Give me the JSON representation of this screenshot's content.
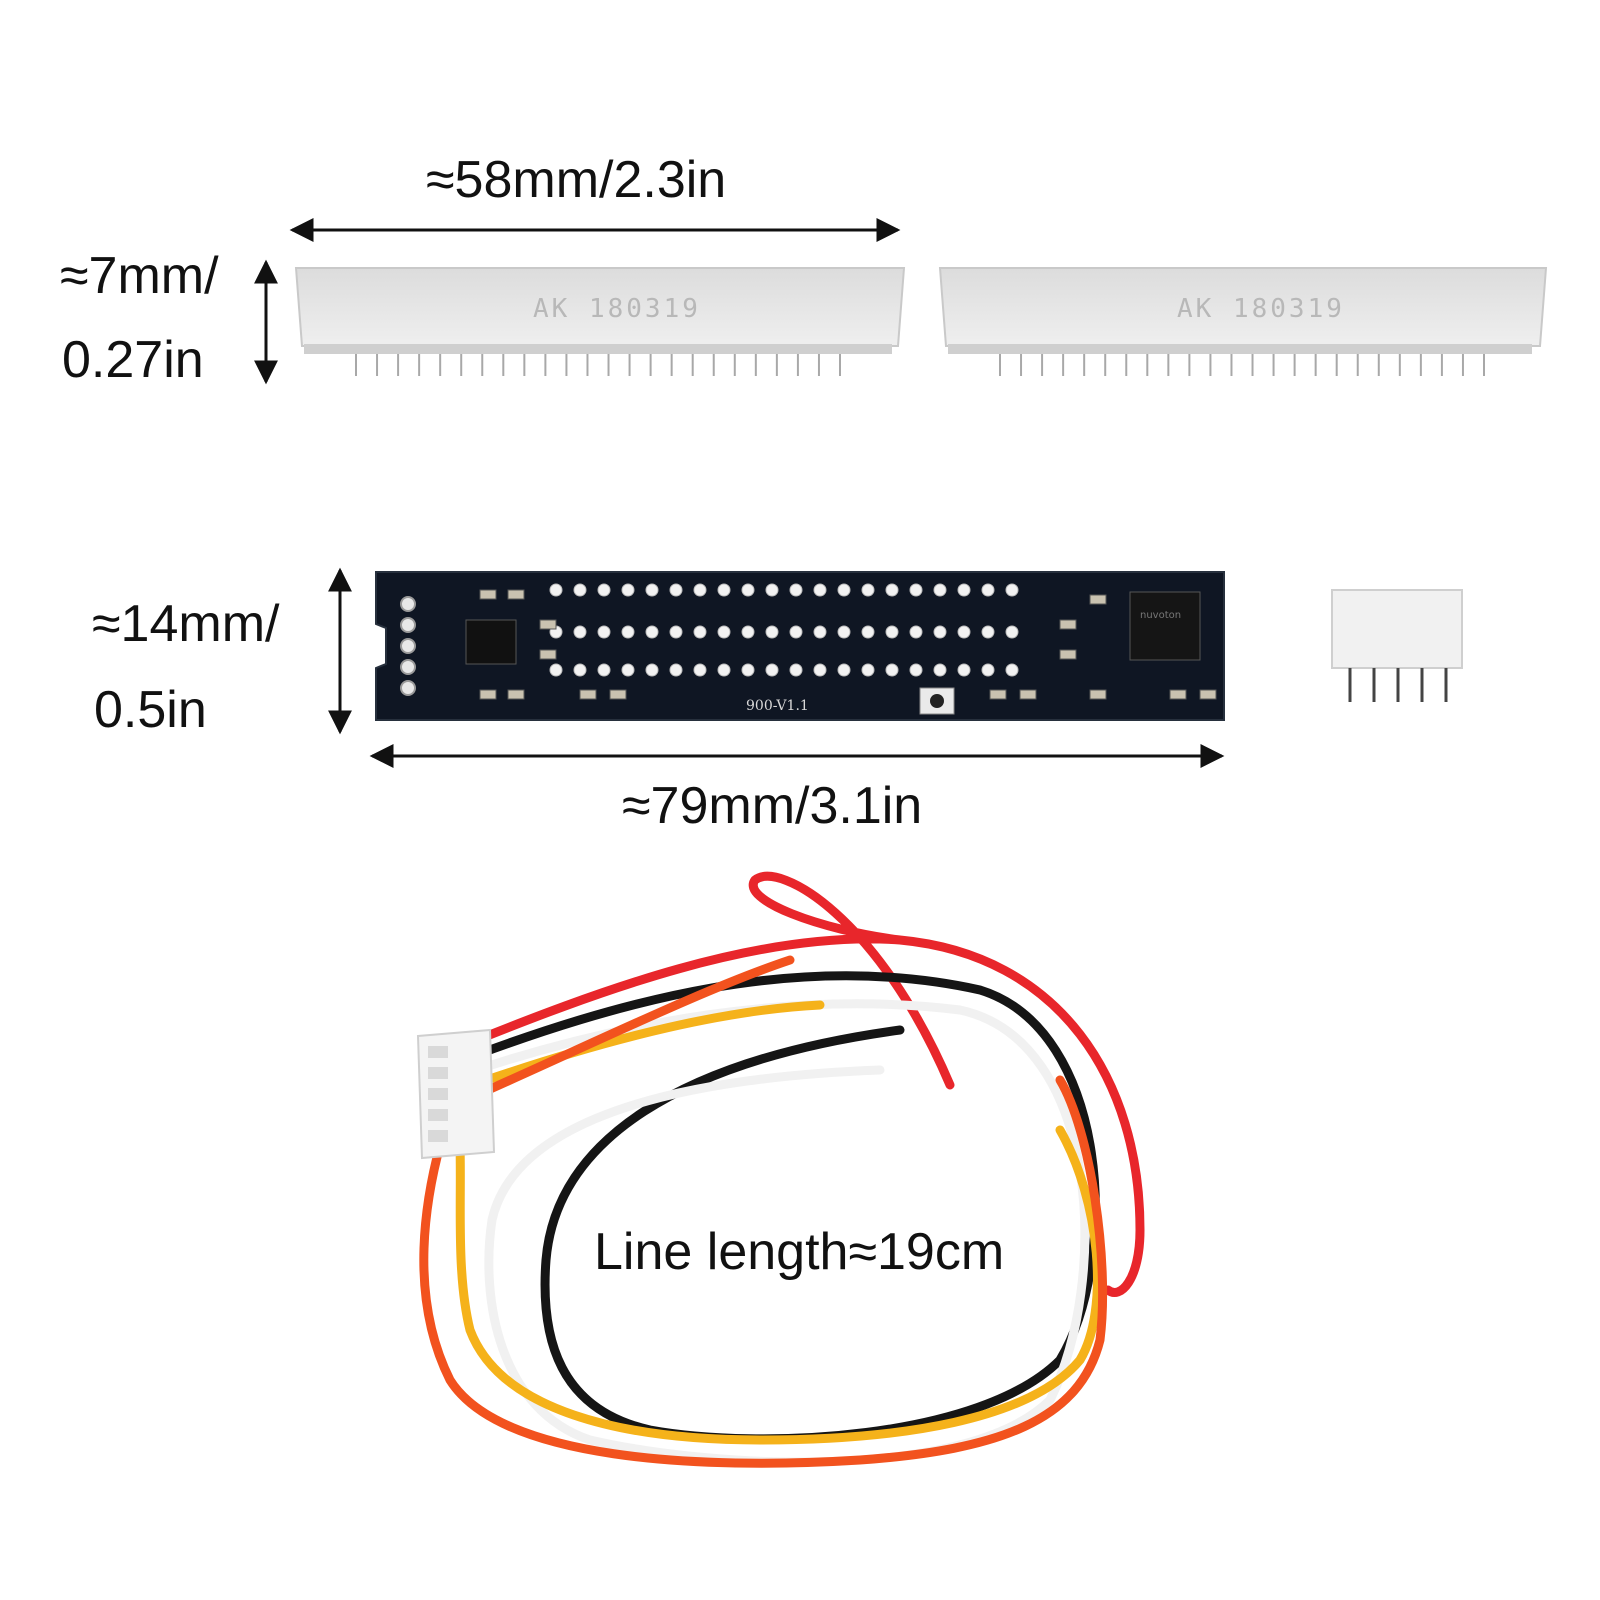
{
  "dimensions": {
    "display_width": "≈58mm/2.3in",
    "display_height_line1": "≈7mm/",
    "display_height_line2": "0.27in",
    "board_height_line1": "≈14mm/",
    "board_height_line2": "0.5in",
    "board_width": "≈79mm/3.1in",
    "line_length": "Line length≈19cm"
  },
  "display_bars": [
    {
      "stamp": "AK 180319"
    },
    {
      "stamp": "AK 180319"
    }
  ],
  "board": {
    "silkscreen": "900-V1.1"
  },
  "wire_colors": {
    "red": "#e8262b",
    "black": "#151515",
    "white": "#f1f1f1",
    "yellow": "#f5b21a",
    "orange": "#f2521e"
  }
}
